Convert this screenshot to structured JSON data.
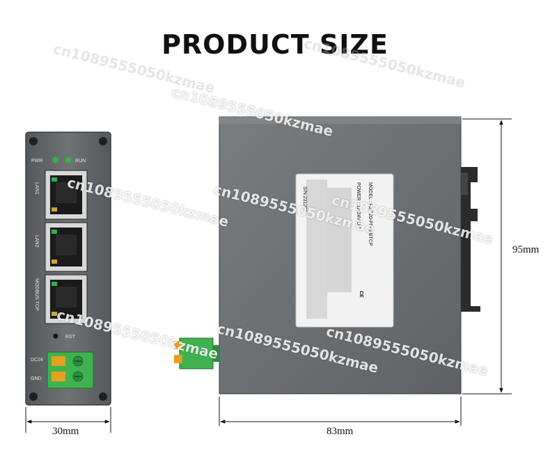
{
  "title": "PRODUCT SIZE",
  "front_panel": {
    "led_pwr": "PWR",
    "led_run": "RUN",
    "port1": "LAN1",
    "port2": "LAN2",
    "port3": "MODBUS TCP",
    "reset": "RST",
    "term_plus": "DC24",
    "term_minus": "GND",
    "width_label": "30mm"
  },
  "side_view": {
    "label_model": "MODEL : FBG20-PN-MBTCP",
    "label_power": "POWER : 12-24V  DC",
    "label_serial": "S/N:231201",
    "ce_mark": "CE",
    "width_label": "83mm",
    "height_label": "95mm"
  },
  "watermark": "cn1089555050kzmae",
  "colors": {
    "housing": "#6d7073",
    "housing_dark": "#4e5154",
    "led_green": "#35b24a",
    "terminal_green": "#3fb24f"
  }
}
